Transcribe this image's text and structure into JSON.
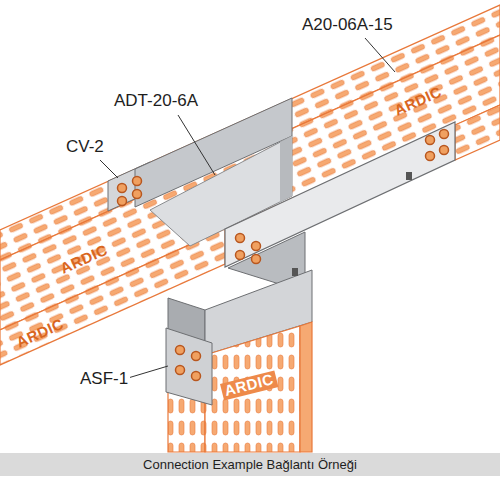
{
  "diagram": {
    "caption": "Connection Example Bağlantı Örneği",
    "labels": [
      "A20-06A-15",
      "ADT-20-6A",
      "CV-2",
      "ASF-1",
      "ARDIC",
      "ARDIC",
      "ARDIC",
      "ARDIC"
    ]
  }
}
